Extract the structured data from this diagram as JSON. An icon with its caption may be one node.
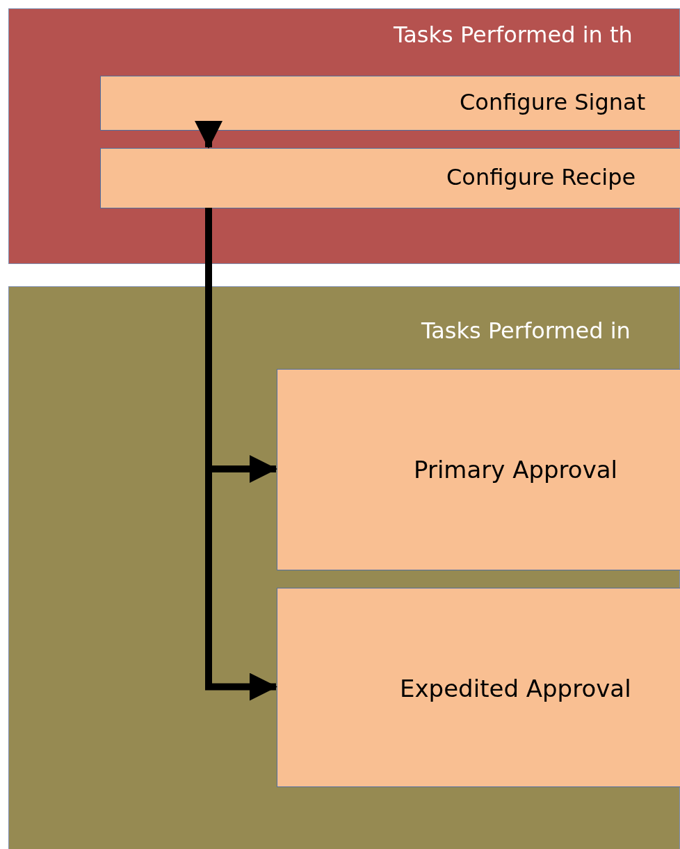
{
  "diagram": {
    "nodes": [
      {
        "text": [
          "Tasks Performed in th"
        ]
      },
      {
        "text": [
          "Configure Signat"
        ],
        "in": 0
      },
      {
        "text": [
          "Configure Recipe"
        ],
        "in": 0
      },
      {
        "text": [
          "Tasks Performed in"
        ]
      },
      {
        "text": [
          "Primary Approval"
        ],
        "in": 3
      },
      {
        "text": [
          "Expedited Approval"
        ],
        "in": 3
      }
    ],
    "edges": [
      {
        "from": 1,
        "to": 2,
        "arrow": "to"
      },
      {
        "from": 2,
        "to": 4,
        "arrow": "to"
      },
      {
        "from": 2,
        "to": 5,
        "arrow": "to"
      }
    ]
  }
}
